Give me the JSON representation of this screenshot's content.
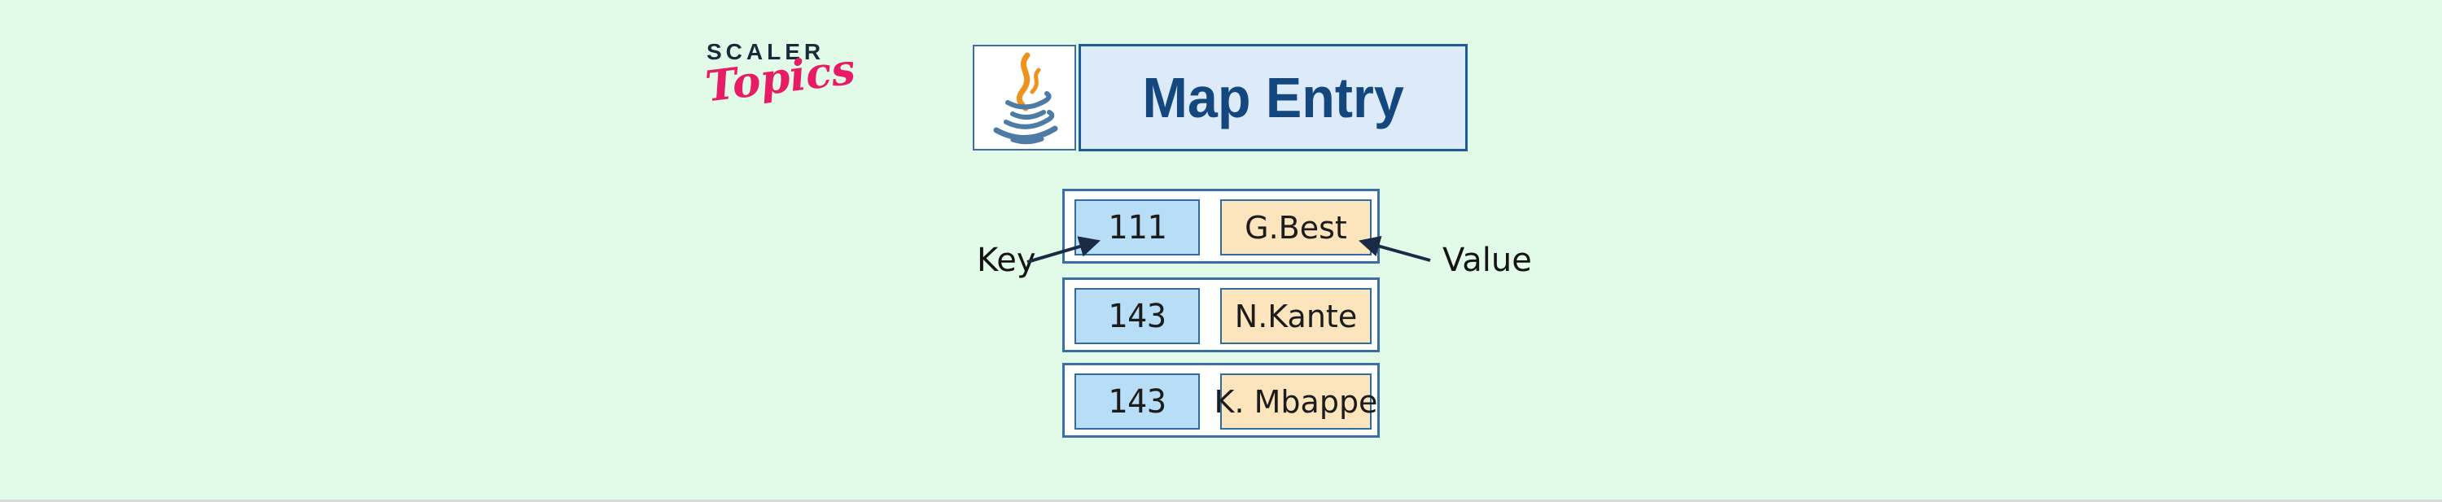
{
  "brand": {
    "name": "SCALER",
    "sub": "Topics"
  },
  "header": {
    "title": "Map Entry",
    "icon": "java-logo"
  },
  "labels": {
    "key": "Key",
    "value": "Value"
  },
  "entries": [
    {
      "key": "111",
      "value": "G.Best"
    },
    {
      "key": "143",
      "value": "N.Kante"
    },
    {
      "key": "143",
      "value": "K. Mbappe"
    }
  ],
  "colors": {
    "background": "#e2fbe9",
    "brand_navy": "#1b2a3a",
    "brand_pink": "#e61c64",
    "row_background": "#ffffff",
    "row_border": "#3a6ea5",
    "key_fill": "#b8ddf7",
    "value_fill": "#fce4bc",
    "cell_border": "#2e6da4",
    "title_fill": "#ddeafa",
    "title_border": "#1e5a99",
    "title_text": "#14477d",
    "arrow": "#1c2b45",
    "java_orange": "#f0931e",
    "java_blue": "#4d7ba6"
  }
}
